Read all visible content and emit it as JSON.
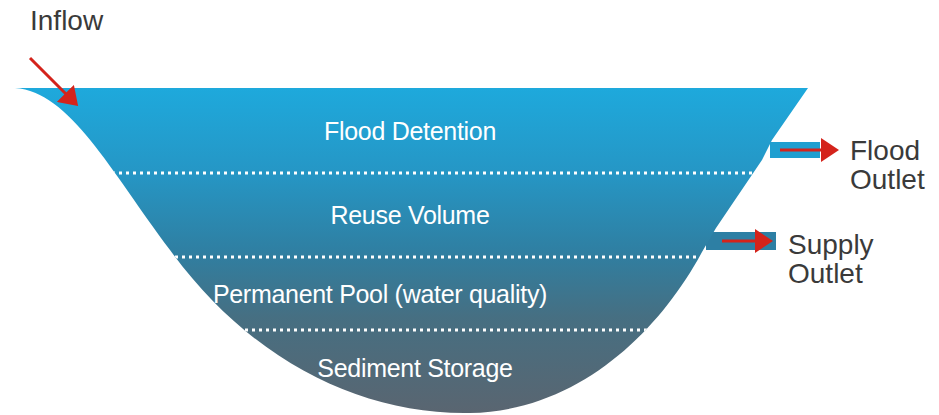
{
  "diagram": {
    "nodes": [
      {
        "text": [
          "Flood Detention"
        ]
      },
      {
        "text": [
          "Reuse Volume"
        ]
      },
      {
        "text": [
          "Permanent Pool (water quality)"
        ]
      },
      {
        "text": [
          "Sediment Storage"
        ]
      }
    ],
    "labels": [
      "Inflow",
      "Flood Outlet",
      "Supply Outlet"
    ]
  }
}
